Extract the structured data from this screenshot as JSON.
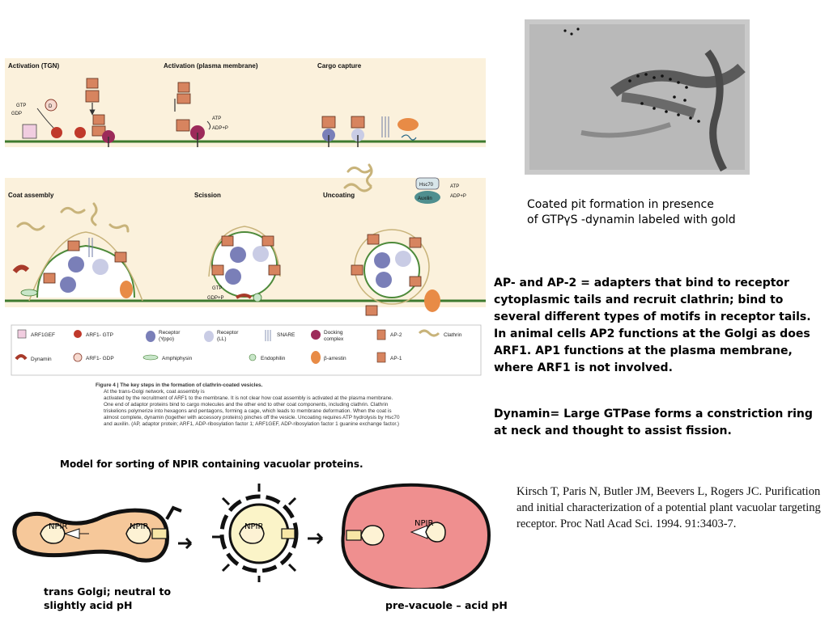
{
  "figure": {
    "panels": {
      "activation_tgn": "Activation (TGN)",
      "activation_pm": "Activation (plasma membrane)",
      "cargo_capture": "Cargo capture",
      "coat_assembly": "Coat assembly",
      "scission": "Scission",
      "uncoating": "Uncoating"
    },
    "labels": {
      "gtp": "GTP",
      "gdp": "GDP",
      "d": "D",
      "atp": "ATP",
      "adp_pi": "ADP+P",
      "hsc70": "Hsc70",
      "auxilin": "Auxilin",
      "gtp_gdp_pi": "GTP",
      "gdp_pi": "GDP+P"
    },
    "legend": {
      "arf1gef": "ARF1GEF",
      "arf1_gtp": "ARF1- GTP",
      "receptor_yppo": "Receptor",
      "receptor_yppo_sub": "(Yppo)",
      "receptor_ll": "Receptor",
      "receptor_ll_sub": "(LL)",
      "snare": "SNARE",
      "docking": "Docking",
      "docking_sub": "complex",
      "ap2": "AP-2",
      "clathrin": "Clathrin",
      "dynamin": "Dynamin",
      "arf1_gdp": "ARF1- GDP",
      "amphiphysin": "Amphiphysin",
      "endophilin": "Endophilin",
      "barrestin": "β-arrestin",
      "ap1": "AP-1"
    },
    "caption": {
      "title": "Figure 4 | The key steps in the formation of clathrin-coated vesicles.",
      "lines": [
        "At the trans-Golgi network, coat assembly is",
        "activated by the recruitment of ARF1 to the membrane. It is not clear how coat assembly is activated at the plasma membrane.",
        "One end of adaptor proteins bind to cargo molecules and the other end to other coat components, including clathrin. Clathrin",
        "triskelions polymerize into hexagons and pentagons, forming a cage, which leads to membrane deformation. When the coat is",
        "almost complete, dynamin (together with accessory proteins) pinches off the vesicle. Uncoating requires ATP hydrolysis by Hsc70",
        "and auxilin. (AP, adaptor protein; ARF1, ADP-ribosylation factor 1; ARF1GEF, ADP-ribosylation factor 1 guanine exchange factor.)"
      ]
    }
  },
  "micrograph": {
    "caption_line1": "Coated pit formation in presence",
    "caption_line2": "of GTPγS -dynamin labeled with gold"
  },
  "ap_text": "AP- and AP-2 = adapters that bind to receptor cytoplasmic tails and recruit clathrin; bind to several different types of motifs in receptor tails. In animal cells AP2 functions at the Golgi as does ARF1. AP1 functions at the plasma membrane, where ARF1 is not involved.",
  "dynamin_text": "Dynamin= Large GTPase forms a constriction ring at neck and thought to assist fission.",
  "model": {
    "title": "Model for sorting of NPIR containing vacuolar proteins.",
    "npir": "NPIR",
    "golgi_label_line1": "trans Golgi; neutral to",
    "golgi_label_line2": "slightly acid pH",
    "prevacuole_label": "pre-vacuole – acid pH"
  },
  "reference": "Kirsch T, Paris N, Butler JM, Beevers L, Rogers JC. Purification and initial characterization of a potential plant vacuolar targeting receptor. Proc Natl Acad Sci. 1994. 91:3403-7.",
  "colors": {
    "band": "#fbf1dc",
    "membrane": "#3e7a2e",
    "arf1": "#c0392b",
    "receptor": "#7a7fb8",
    "golgi": "#f6c89a",
    "prevacuole": "#ef8f8f",
    "vesicle": "#fbf4c8"
  }
}
